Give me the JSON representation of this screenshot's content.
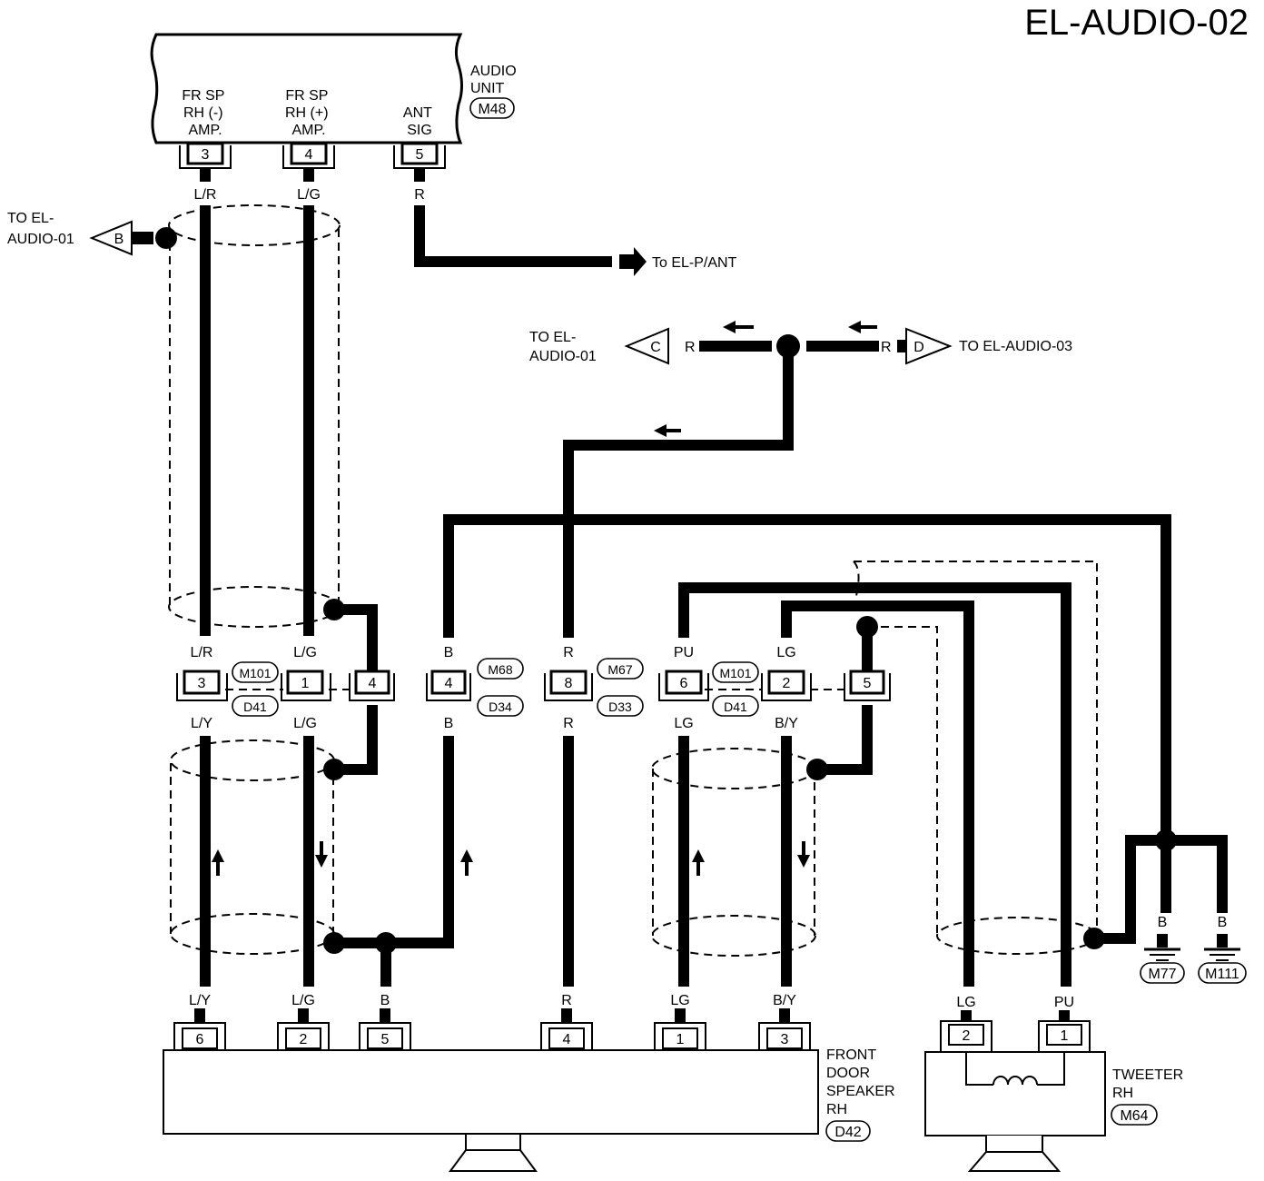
{
  "page_code": "EL-AUDIO-02",
  "audio_unit": {
    "name": "AUDIO UNIT",
    "connector": "M48",
    "pins": [
      {
        "num": "3",
        "label": "FR SP RH (-) AMP.",
        "wire": "L/R"
      },
      {
        "num": "4",
        "label": "FR SP RH (+) AMP.",
        "wire": "L/G"
      },
      {
        "num": "5",
        "label": "ANT SIG",
        "wire": "R"
      }
    ]
  },
  "references": {
    "to_audio_01_b": {
      "text": "TO EL-AUDIO-01",
      "tag": "B"
    },
    "to_p_ant": {
      "text": "To EL-P/ANT",
      "wire": "R"
    },
    "to_audio_01_c": {
      "text": "TO EL-AUDIO-01",
      "tag": "C",
      "wire": "R"
    },
    "to_audio_03_d": {
      "text": "TO EL-AUDIO-03",
      "tag": "D",
      "wire": "R"
    }
  },
  "joint_connectors": [
    {
      "id": "jc_m101_d41_a",
      "upper": "M101",
      "lower": "D41",
      "pins": [
        {
          "num": "3",
          "wire_top": "L/R",
          "wire_bottom": "L/Y"
        },
        {
          "num": "1",
          "wire_top": "L/G",
          "wire_bottom": "L/G"
        },
        {
          "num": "4",
          "wire_top": "",
          "wire_bottom": ""
        }
      ]
    },
    {
      "id": "jc_m68_d34",
      "upper": "M68",
      "lower": "D34",
      "pins": [
        {
          "num": "4",
          "wire_top": "B",
          "wire_bottom": "B"
        }
      ]
    },
    {
      "id": "jc_m67_d33",
      "upper": "M67",
      "lower": "D33",
      "pins": [
        {
          "num": "8",
          "wire_top": "R",
          "wire_bottom": "R"
        }
      ]
    },
    {
      "id": "jc_m101_d41_b",
      "upper": "M101",
      "lower": "D41",
      "pins": [
        {
          "num": "6",
          "wire_top": "PU",
          "wire_bottom": "LG"
        },
        {
          "num": "2",
          "wire_top": "LG",
          "wire_bottom": "B/Y"
        },
        {
          "num": "5",
          "wire_top": "",
          "wire_bottom": ""
        }
      ]
    }
  ],
  "front_door_speaker": {
    "name": "FRONT DOOR SPEAKER RH",
    "connector": "D42",
    "pins": [
      {
        "num": "6",
        "wire": "L/Y"
      },
      {
        "num": "2",
        "wire": "L/G"
      },
      {
        "num": "5",
        "wire": "B"
      },
      {
        "num": "4",
        "wire": "R"
      },
      {
        "num": "1",
        "wire": "LG"
      },
      {
        "num": "3",
        "wire": "B/Y"
      }
    ]
  },
  "tweeter": {
    "name": "TWEETER RH",
    "connector": "M64",
    "pins": [
      {
        "num": "2",
        "wire": "LG"
      },
      {
        "num": "1",
        "wire": "PU"
      }
    ]
  },
  "grounds": [
    {
      "wire": "B",
      "ref": "M77"
    },
    {
      "wire": "B",
      "ref": "M111"
    }
  ]
}
